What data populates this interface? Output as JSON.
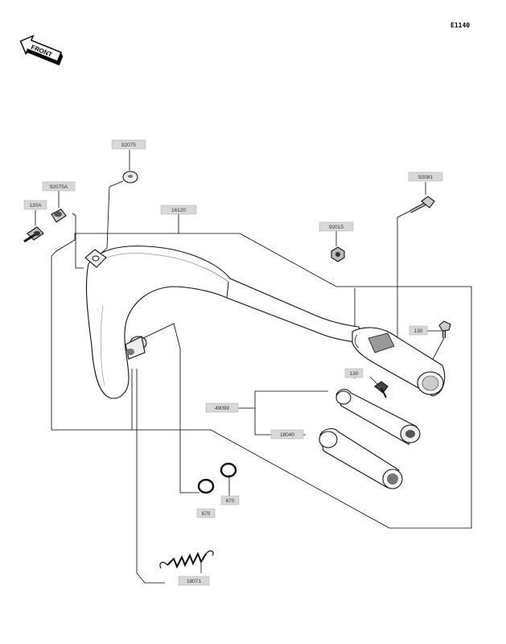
{
  "diagram": {
    "code": "E1140",
    "front_arrow_text": "FRONT",
    "labels": {
      "p92075": "92075",
      "p92075A": "92075A",
      "p130A": "130A",
      "p16120": "16120",
      "p92015": "92015",
      "p92081": "92081",
      "p130_upper": "130",
      "p130_lower": "130",
      "p49099": "49099",
      "p18040": "18040",
      "p670_left": "670",
      "p670_right": "670",
      "p18071": "18071"
    }
  }
}
